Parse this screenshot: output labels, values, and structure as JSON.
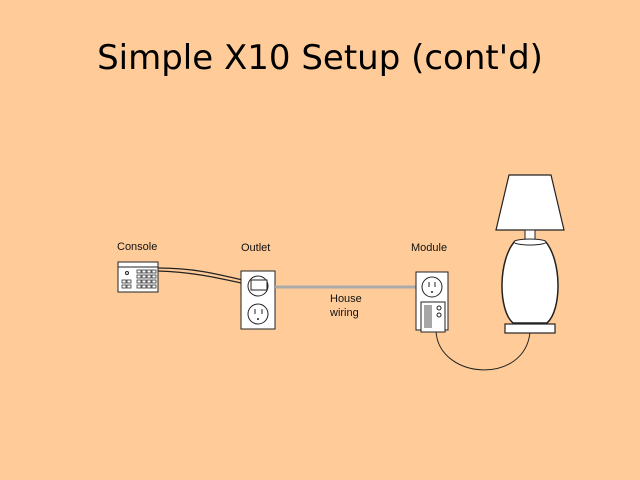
{
  "slide": {
    "title": "Simple X10 Setup (cont'd)",
    "background": "#ffcc99"
  },
  "diagram": {
    "labels": {
      "console": "Console",
      "outlet": "Outlet",
      "module": "Module",
      "house_wiring_line1": "House",
      "house_wiring_line2": "wiring"
    },
    "components": [
      "console",
      "outlet",
      "house-wiring",
      "module",
      "lamp"
    ]
  }
}
